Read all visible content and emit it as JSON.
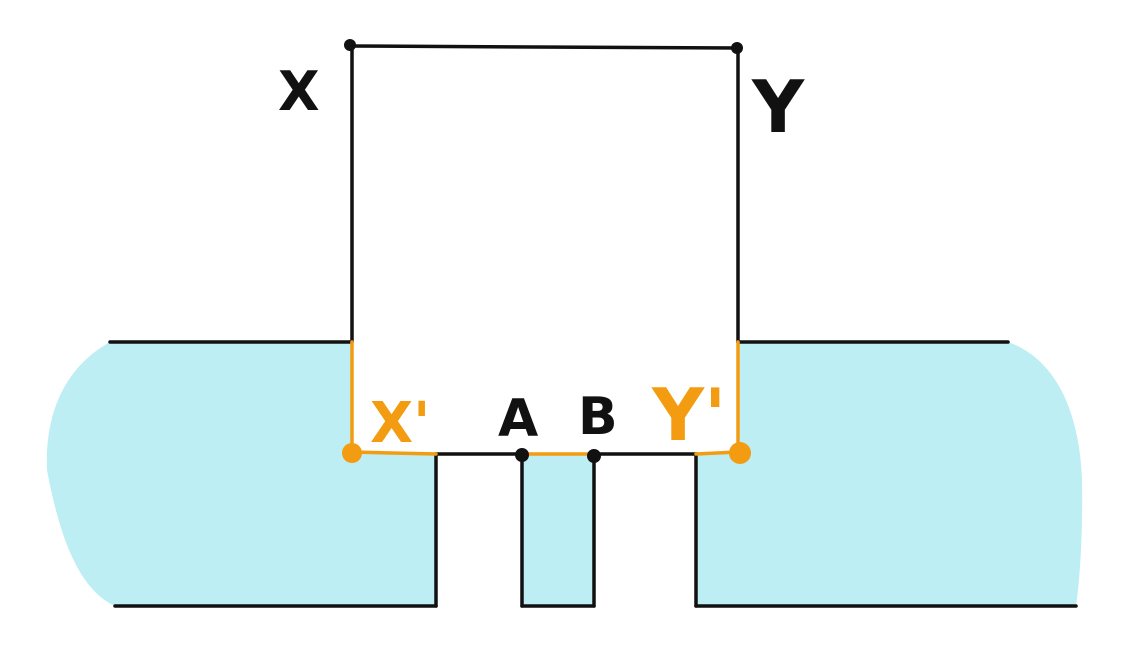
{
  "colors": {
    "water": "#bdeef3",
    "ink": "#111111",
    "highlight": "#f39c12",
    "background": "#ffffff"
  },
  "labels": {
    "x": "X",
    "y": "Y",
    "x_prime": "X'",
    "y_prime": "Y'",
    "a": "A",
    "b": "B"
  }
}
